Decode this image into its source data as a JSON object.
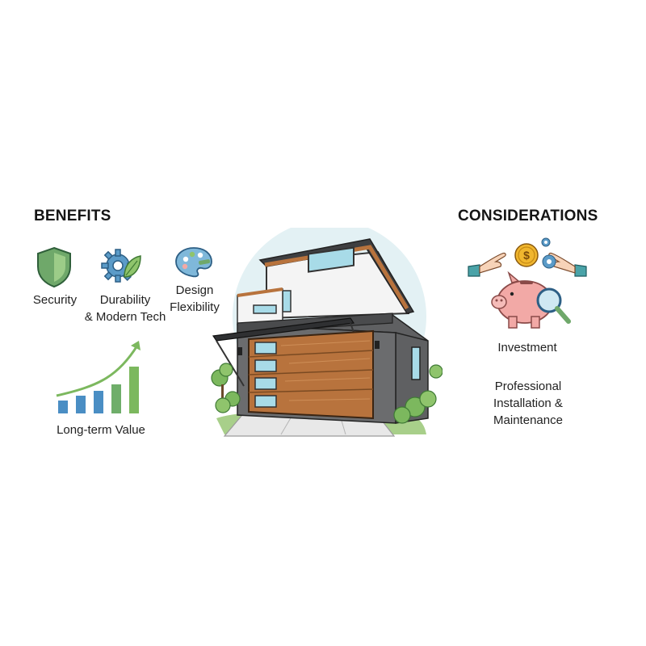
{
  "benefits": {
    "heading": "BENEFITS",
    "items": [
      {
        "label": "Security",
        "icon": "shield-icon"
      },
      {
        "label_line1": "Durability",
        "label_line2": "& Modern Tech",
        "icon": "gear-leaf-icon"
      },
      {
        "label_line1": "Design",
        "label_line2": "Flexibility",
        "icon": "palette-icon"
      },
      {
        "label": "Long-term Value",
        "icon": "growth-chart-icon"
      }
    ]
  },
  "considerations": {
    "heading": "CONSIDERATIONS",
    "items": [
      {
        "label": "Investment",
        "icon": "piggy-bank-icon"
      },
      {
        "label_line1": "Professional",
        "label_line2": "Installation &",
        "label_line3": "Maintenance",
        "icon": "hands-coin-gear-icon"
      }
    ]
  },
  "colors": {
    "shield": "#6fa86a",
    "gear": "#5b9bc8",
    "chart_blue": "#4a8ec4",
    "chart_green": "#7cb85e",
    "wood": "#b8733d",
    "wall_gray": "#5f6062",
    "piggy": "#f2a9a6",
    "coin": "#f0b62e"
  }
}
